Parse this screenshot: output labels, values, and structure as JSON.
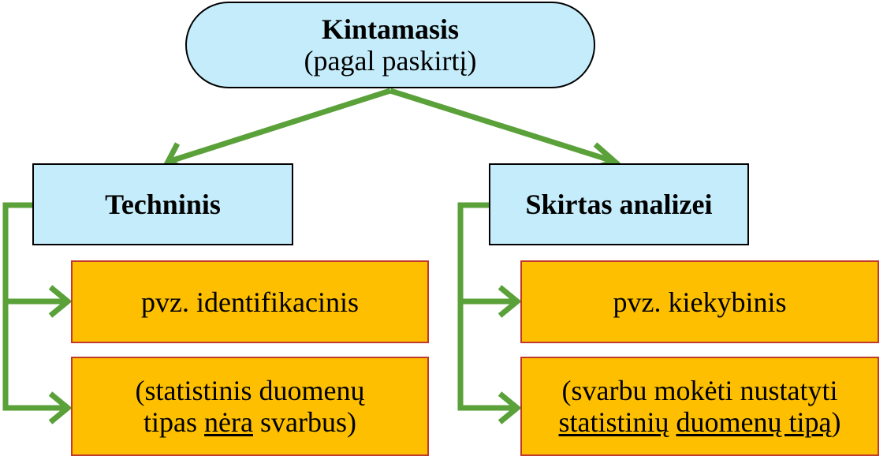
{
  "root": {
    "title": "Kintamasis",
    "subtitle": "(pagal paskirtį)"
  },
  "left": {
    "label": "Techninis",
    "example": "pvz. identifikacinis",
    "note": {
      "line1": "(statistinis duomenų",
      "line2_pre": "tipas ",
      "line2_underlined": "nėra",
      "line2_post": " svarbus)"
    }
  },
  "right": {
    "label": "Skirtas analizei",
    "example": "pvz. kiekybinis",
    "note": {
      "line1": "(svarbu mokėti nustatyti",
      "line2_underlined_a": "statistinių",
      "line2_space": " ",
      "line2_underlined_b": "duomenų tipą",
      "line2_post": ")"
    }
  },
  "colors": {
    "arrow": "#5aa13a",
    "node_fill": "#c4ecfa",
    "leaf_fill": "#fdbf00",
    "leaf_border": "#c0392b"
  }
}
